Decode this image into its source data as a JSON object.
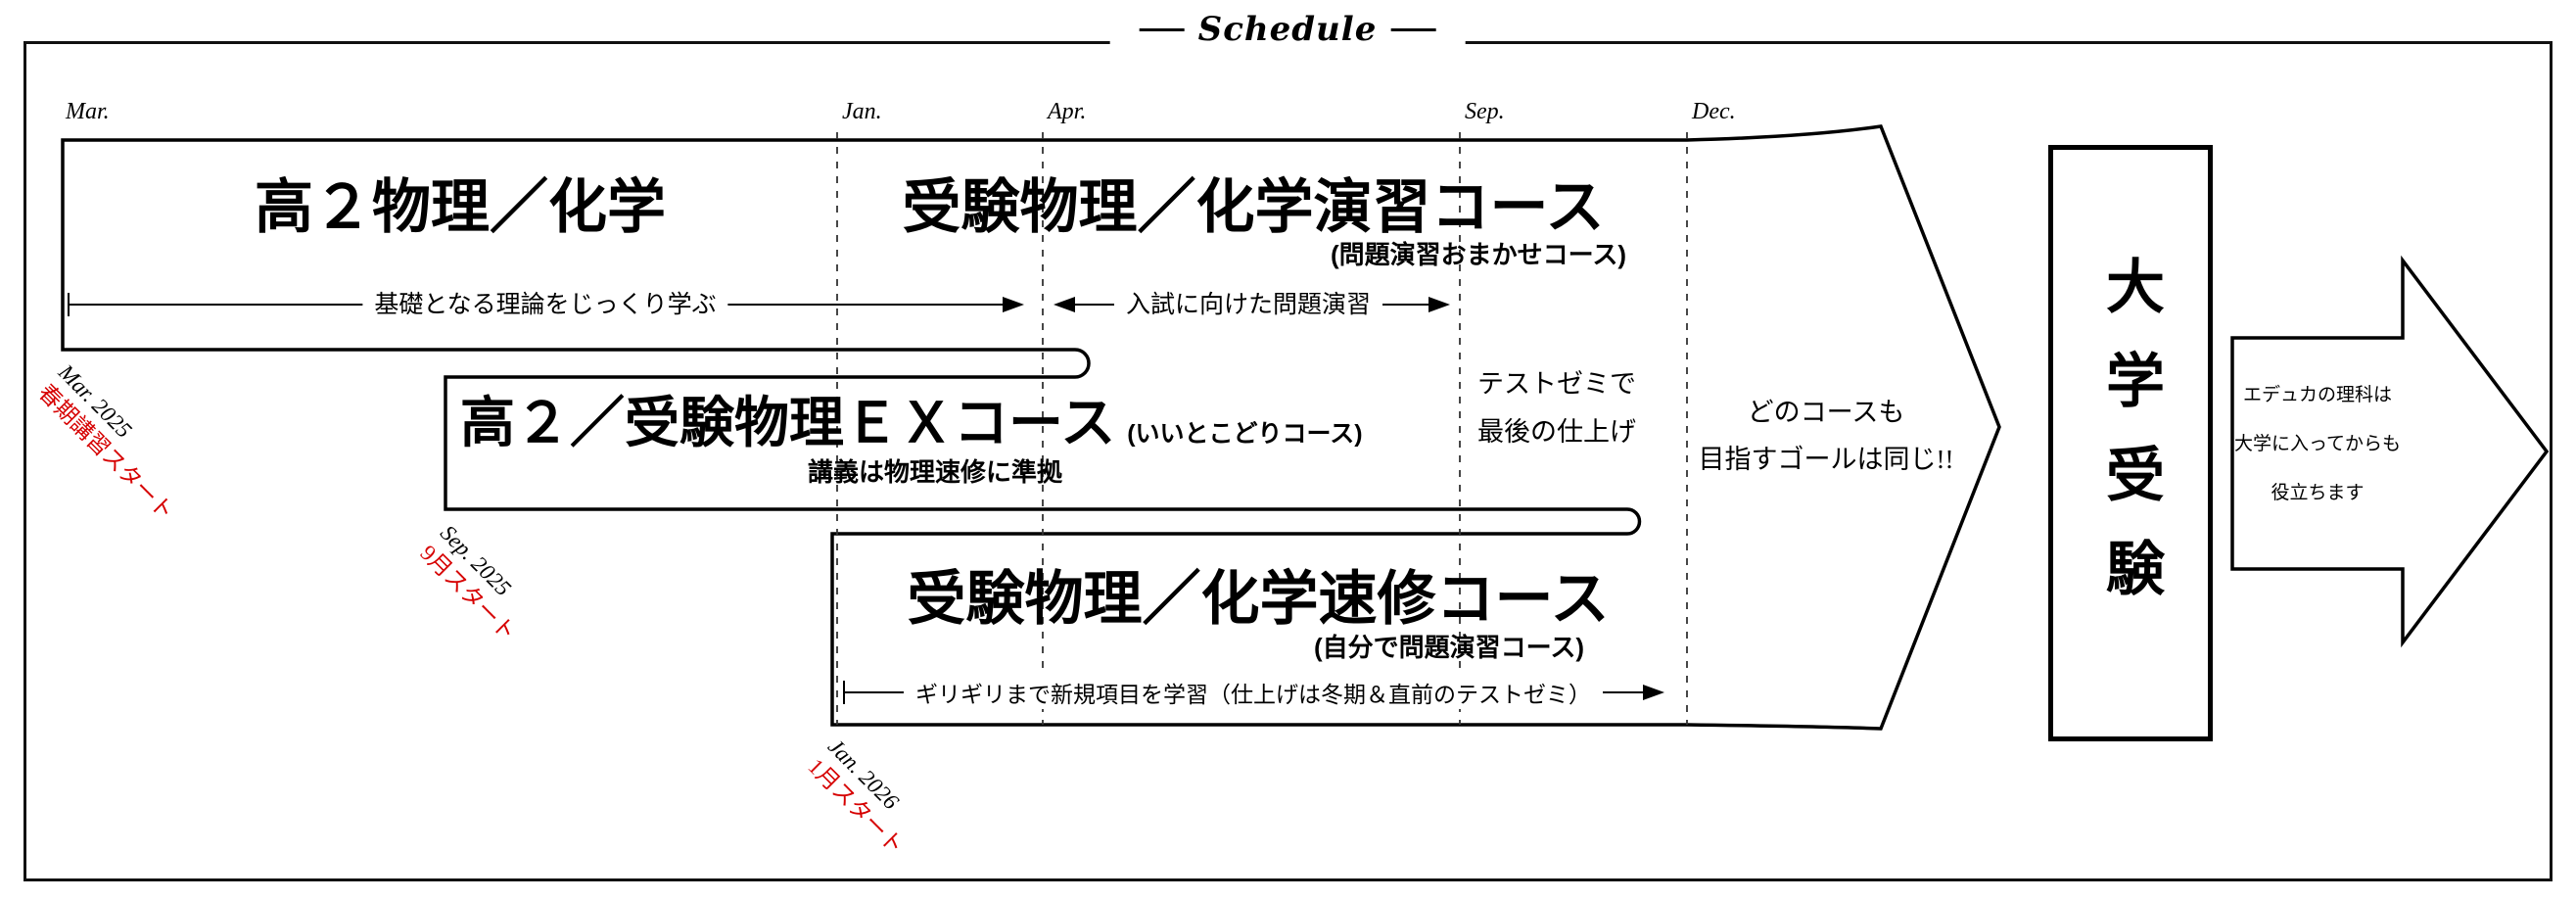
{
  "title": "Schedule",
  "months": {
    "mar": "Mar.",
    "jan": "Jan.",
    "apr": "Apr.",
    "sep": "Sep.",
    "dec": "Dec."
  },
  "track1": {
    "title_left": "高２物理／化学",
    "title_right": "受験物理／化学演習コース",
    "subtitle_right": "(問題演習おまかせコース)",
    "annotation_basics": "基礎となる理論をじっくり学ぶ",
    "annotation_exam": "入試に向けた問題演習"
  },
  "track2": {
    "title": "高２／受験物理ＥＸコース",
    "subtitle": "(いいとこどりコース)",
    "note": "講義は物理速修に準拠"
  },
  "track3": {
    "title": "受験物理／化学速修コース",
    "subtitle": "(自分で問題演習コース)",
    "annotation": "ギリギリまで新規項目を学習（仕上げは冬期＆直前のテストゼミ）"
  },
  "middle_notes": {
    "test_zemi_line1": "テストゼミで",
    "test_zemi_line2": "最後の仕上げ",
    "goal_line1": "どのコースも",
    "goal_line2": "目指すゴールは同じ!!"
  },
  "starts": {
    "spring": {
      "date": "Mar. 2025",
      "label": "春期講習スタート"
    },
    "september": {
      "date": "Sep. 2025",
      "label": "9月スタート"
    },
    "january": {
      "date": "Jan. 2026",
      "label": "1月スタート"
    }
  },
  "goal": {
    "label": "大学受験"
  },
  "outro": {
    "line1": "エデュカの理科は",
    "line2": "大学に入ってからも",
    "line3": "役立ちます"
  },
  "colors": {
    "ink": "#000000",
    "start_red": "#d60000"
  }
}
